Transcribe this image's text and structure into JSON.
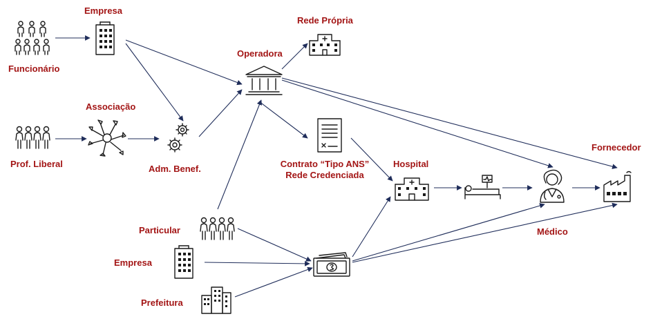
{
  "labels": {
    "empresa_top": "Empresa",
    "funcionario": "Funcionário",
    "associacao": "Associação",
    "prof_liberal": "Prof. Liberal",
    "adm_benef": "Adm. Benef.",
    "operadora": "Operadora",
    "rede_propria": "Rede Própria",
    "contrato_line1": "Contrato “Tipo ANS”",
    "contrato_line2": "Rede Credenciada",
    "hospital": "Hospital",
    "fornecedor": "Fornecedor",
    "medico": "Médico",
    "particular": "Particular",
    "empresa_bottom": "Empresa",
    "prefeitura": "Prefeitura"
  },
  "icons": [
    "people-group-icon",
    "office-building-icon",
    "team-hands-icon",
    "gears-icon",
    "bank-icon",
    "hospital-icon",
    "contract-icon",
    "patient-bed-icon",
    "doctor-icon",
    "factory-icon",
    "money-icon",
    "city-buildings-icon"
  ],
  "colors": {
    "label": "#a31515",
    "arrow": "#1f2d5a",
    "icon": "#1a1a1a"
  }
}
